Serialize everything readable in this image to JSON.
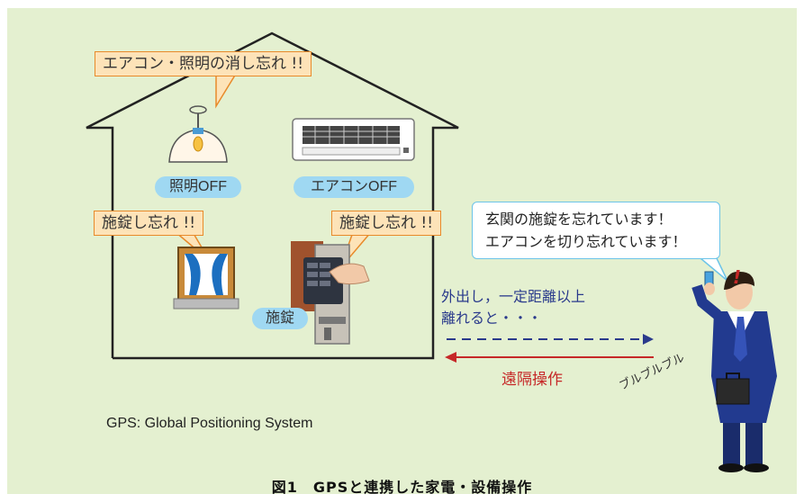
{
  "callouts": {
    "top": "エアコン・照明の消し忘れ !!",
    "left": "施錠し忘れ !!",
    "right": "施錠し忘れ !!"
  },
  "pills": {
    "light": "照明OFF",
    "aircon": "エアコンOFF",
    "lock": "施錠"
  },
  "speech": {
    "line1": "玄関の施錠を忘れています！",
    "line2": "エアコンを切り忘れています！"
  },
  "distance_text": {
    "line1": "外出し，一定距離以上",
    "line2": "離れると・・・"
  },
  "remote_label": "遠隔操作",
  "exclaim": "!",
  "buzz": "ブルブルブル",
  "footnote": "GPS: Global Positioning System",
  "caption": "図1　GPSと連携した家電・設備操作",
  "colors": {
    "background": "#e4f0d0",
    "callout_fill": "#fde3b8",
    "callout_border": "#e88a2a",
    "pill": "#9fd8f2",
    "dashed_arrow": "#2a3a8c",
    "remote_arrow": "#c62828"
  }
}
